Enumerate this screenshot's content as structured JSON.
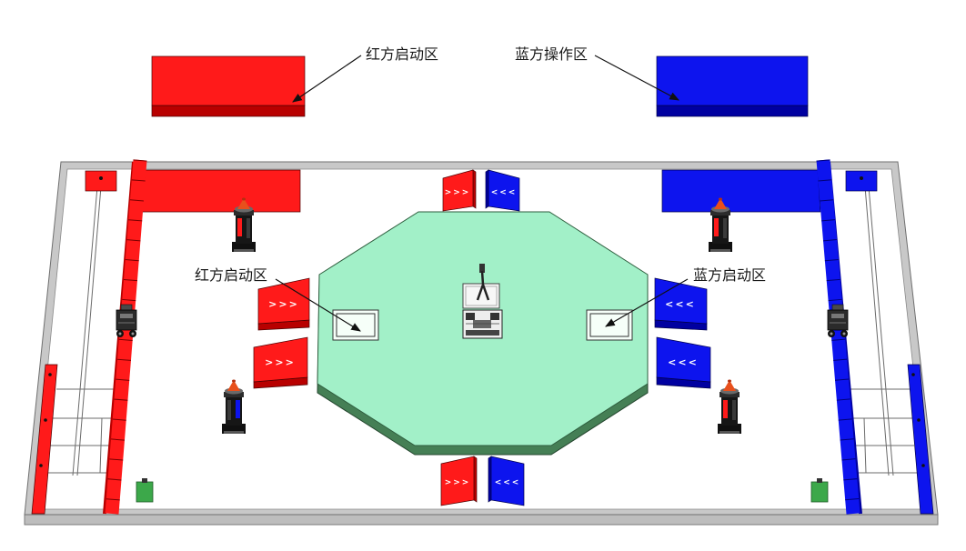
{
  "labels": {
    "top_red_start": "红方启动区",
    "top_blue_operate": "蓝方操作区",
    "center_red_start": "红方启动区",
    "center_blue_start": "蓝方启动区"
  },
  "ramp_marks": {
    "red": ">>>",
    "blue": "<<<"
  },
  "colors": {
    "red": "#ff1a1a",
    "red_dark": "#b80000",
    "blue": "#0d14ee",
    "blue_dark": "#0000a0",
    "platform_top": "#a2f0c8",
    "platform_side": "#457f55",
    "marker_green": "#3ca84a",
    "cone_orange": "#e8501c",
    "board_frame": "#c8c8c8"
  }
}
